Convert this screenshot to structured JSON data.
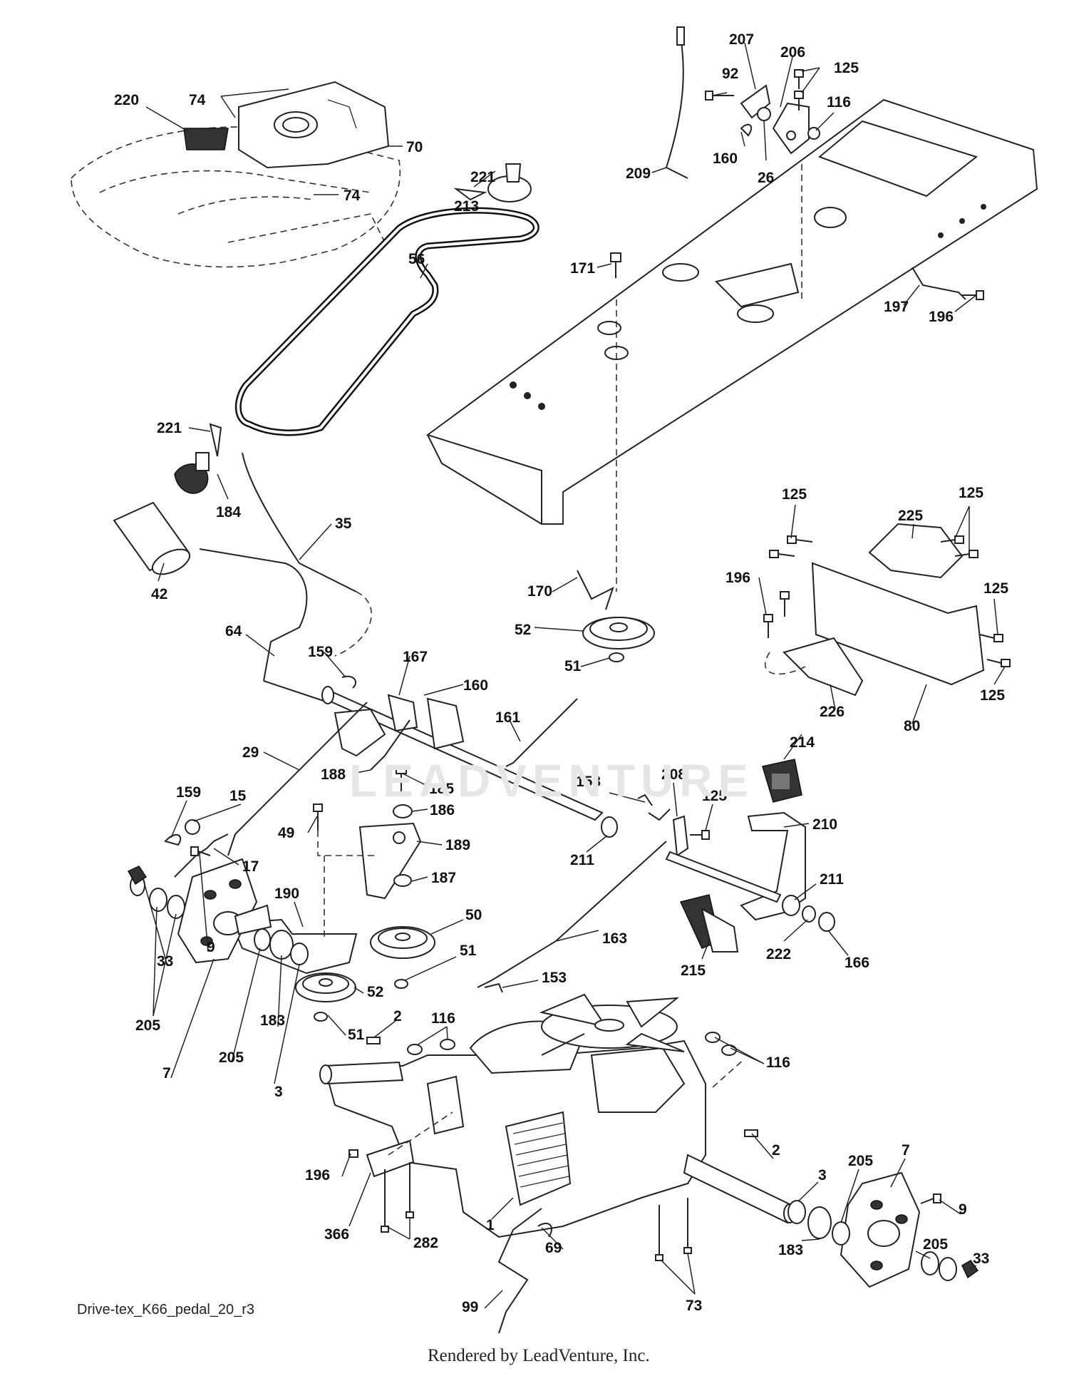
{
  "diagram": {
    "title": "Drive-tex_K66_pedal_20_r3",
    "footer": "Rendered by LeadVenture, Inc.",
    "watermark": "LEADVENTURE"
  },
  "callouts": [
    {
      "id": "c220",
      "label": "220"
    },
    {
      "id": "c74a",
      "label": "74"
    },
    {
      "id": "c70",
      "label": "70"
    },
    {
      "id": "c74b",
      "label": "74"
    },
    {
      "id": "c221a",
      "label": "221"
    },
    {
      "id": "c213",
      "label": "213"
    },
    {
      "id": "c56",
      "label": "56"
    },
    {
      "id": "c207",
      "label": "207"
    },
    {
      "id": "c206",
      "label": "206"
    },
    {
      "id": "c125a",
      "label": "125"
    },
    {
      "id": "c92",
      "label": "92"
    },
    {
      "id": "c116a",
      "label": "116"
    },
    {
      "id": "c160a",
      "label": "160"
    },
    {
      "id": "c26",
      "label": "26"
    },
    {
      "id": "c209",
      "label": "209"
    },
    {
      "id": "c171",
      "label": "171"
    },
    {
      "id": "c197",
      "label": "197"
    },
    {
      "id": "c196a",
      "label": "196"
    },
    {
      "id": "c221b",
      "label": "221"
    },
    {
      "id": "c184",
      "label": "184"
    },
    {
      "id": "c35",
      "label": "35"
    },
    {
      "id": "c42",
      "label": "42"
    },
    {
      "id": "c64",
      "label": "64"
    },
    {
      "id": "c159a",
      "label": "159"
    },
    {
      "id": "c167",
      "label": "167"
    },
    {
      "id": "c160b",
      "label": "160"
    },
    {
      "id": "c161",
      "label": "161"
    },
    {
      "id": "c170",
      "label": "170"
    },
    {
      "id": "c52a",
      "label": "52"
    },
    {
      "id": "c51a",
      "label": "51"
    },
    {
      "id": "c125b",
      "label": "125"
    },
    {
      "id": "c125c",
      "label": "125"
    },
    {
      "id": "c225",
      "label": "225"
    },
    {
      "id": "c196b",
      "label": "196"
    },
    {
      "id": "c125d",
      "label": "125"
    },
    {
      "id": "c125e",
      "label": "125"
    },
    {
      "id": "c226",
      "label": "226"
    },
    {
      "id": "c80",
      "label": "80"
    },
    {
      "id": "c29",
      "label": "29"
    },
    {
      "id": "c188",
      "label": "188"
    },
    {
      "id": "c185",
      "label": "185"
    },
    {
      "id": "c186",
      "label": "186"
    },
    {
      "id": "c159b",
      "label": "159"
    },
    {
      "id": "c15",
      "label": "15"
    },
    {
      "id": "c49",
      "label": "49"
    },
    {
      "id": "c189",
      "label": "189"
    },
    {
      "id": "c17",
      "label": "17"
    },
    {
      "id": "c187",
      "label": "187"
    },
    {
      "id": "c153a",
      "label": "153"
    },
    {
      "id": "c208",
      "label": "208"
    },
    {
      "id": "c125f",
      "label": "125"
    },
    {
      "id": "c214",
      "label": "214"
    },
    {
      "id": "c210",
      "label": "210"
    },
    {
      "id": "c211a",
      "label": "211"
    },
    {
      "id": "c211b",
      "label": "211"
    },
    {
      "id": "c190",
      "label": "190"
    },
    {
      "id": "c50",
      "label": "50"
    },
    {
      "id": "c163",
      "label": "163"
    },
    {
      "id": "c222",
      "label": "222"
    },
    {
      "id": "c166",
      "label": "166"
    },
    {
      "id": "c215",
      "label": "215"
    },
    {
      "id": "c33a",
      "label": "33"
    },
    {
      "id": "c9a",
      "label": "9"
    },
    {
      "id": "c51b",
      "label": "51"
    },
    {
      "id": "c153b",
      "label": "153"
    },
    {
      "id": "c52b",
      "label": "52"
    },
    {
      "id": "c205a",
      "label": "205"
    },
    {
      "id": "c183a",
      "label": "183"
    },
    {
      "id": "c51c",
      "label": "51"
    },
    {
      "id": "c2a",
      "label": "2"
    },
    {
      "id": "c116b",
      "label": "116"
    },
    {
      "id": "c7a",
      "label": "7"
    },
    {
      "id": "c205b",
      "label": "205"
    },
    {
      "id": "c3a",
      "label": "3"
    },
    {
      "id": "c116c",
      "label": "116"
    },
    {
      "id": "c196c",
      "label": "196"
    },
    {
      "id": "c2b",
      "label": "2"
    },
    {
      "id": "c366",
      "label": "366"
    },
    {
      "id": "c282",
      "label": "282"
    },
    {
      "id": "c1",
      "label": "1"
    },
    {
      "id": "c3b",
      "label": "3"
    },
    {
      "id": "c7b",
      "label": "7"
    },
    {
      "id": "c205c",
      "label": "205"
    },
    {
      "id": "c9b",
      "label": "9"
    },
    {
      "id": "c69",
      "label": "69"
    },
    {
      "id": "c183b",
      "label": "183"
    },
    {
      "id": "c205d",
      "label": "205"
    },
    {
      "id": "c73",
      "label": "73"
    },
    {
      "id": "c33b",
      "label": "33"
    },
    {
      "id": "c99",
      "label": "99"
    }
  ]
}
